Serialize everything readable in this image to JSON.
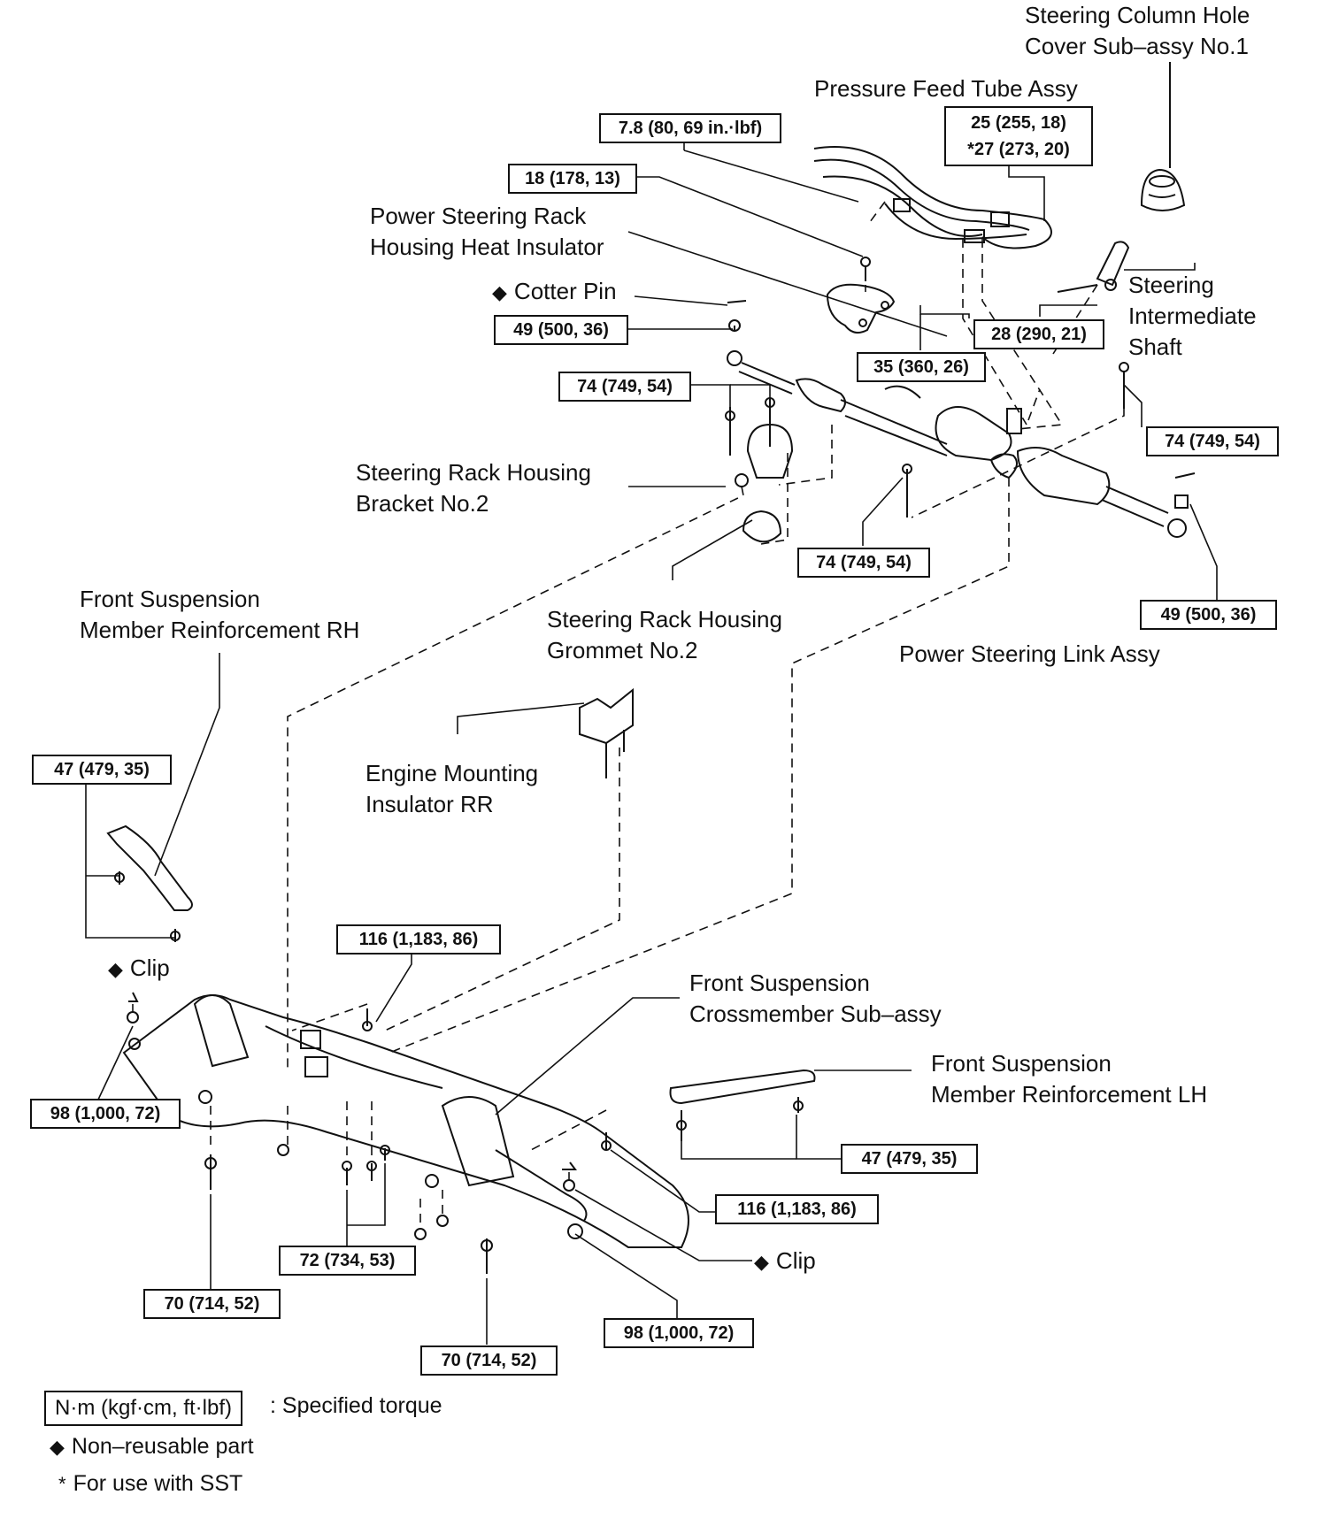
{
  "labels": {
    "column_cover": [
      "Steering Column Hole",
      "Cover Sub–assy No.1"
    ],
    "feed_tube": "Pressure Feed Tube Assy",
    "heat_insulator": [
      "Power Steering Rack",
      "Housing Heat Insulator"
    ],
    "cotter_pin": "Cotter Pin",
    "intermediate_shaft": [
      "Steering",
      "Intermediate",
      "Shaft"
    ],
    "rack_bracket": [
      "Steering Rack Housing",
      "Bracket No.2"
    ],
    "rack_grommet": [
      "Steering Rack Housing",
      "Grommet No.2"
    ],
    "link_assy": "Power Steering Link Assy",
    "reinf_rh": [
      "Front Suspension",
      "Member Reinforcement RH"
    ],
    "engine_mount": [
      "Engine Mounting",
      "Insulator RR"
    ],
    "clip_left": "Clip",
    "clip_right": "Clip",
    "crossmember": [
      "Front Suspension",
      "Crossmember Sub–assy"
    ],
    "reinf_lh": [
      "Front Suspension",
      "Member Reinforcement LH"
    ]
  },
  "torques": {
    "t_7_8": "7.8 (80, 69 in.·lbf)",
    "t_25": [
      "25 (255, 18)",
      "*27 (273, 20)"
    ],
    "t_18": "18 (178, 13)",
    "t_49_top": "49 (500, 36)",
    "t_28": "28 (290, 21)",
    "t_35": "35 (360, 26)",
    "t_74_a": "74 (749, 54)",
    "t_74_b": "74 (749, 54)",
    "t_74_c": "74 (749, 54)",
    "t_49_right": "49 (500, 36)",
    "t_47_left": "47 (479, 35)",
    "t_116_top": "116 (1,183, 86)",
    "t_98_left": "98 (1,000, 72)",
    "t_47_right": "47 (479, 35)",
    "t_116_bottom": "116 (1,183, 86)",
    "t_72": "72 (734, 53)",
    "t_70_left": "70 (714, 52)",
    "t_98_right": "98 (1,000, 72)",
    "t_70_bottom": "70 (714, 52)"
  },
  "legend": {
    "unit_key": "N·m (kgf·cm, ft·lbf)",
    "unit_desc": ": Specified torque",
    "non_reusable": "Non–reusable part",
    "sst": "For use with SST",
    "diamond_symbol": "◆",
    "asterisk_symbol": "*"
  }
}
